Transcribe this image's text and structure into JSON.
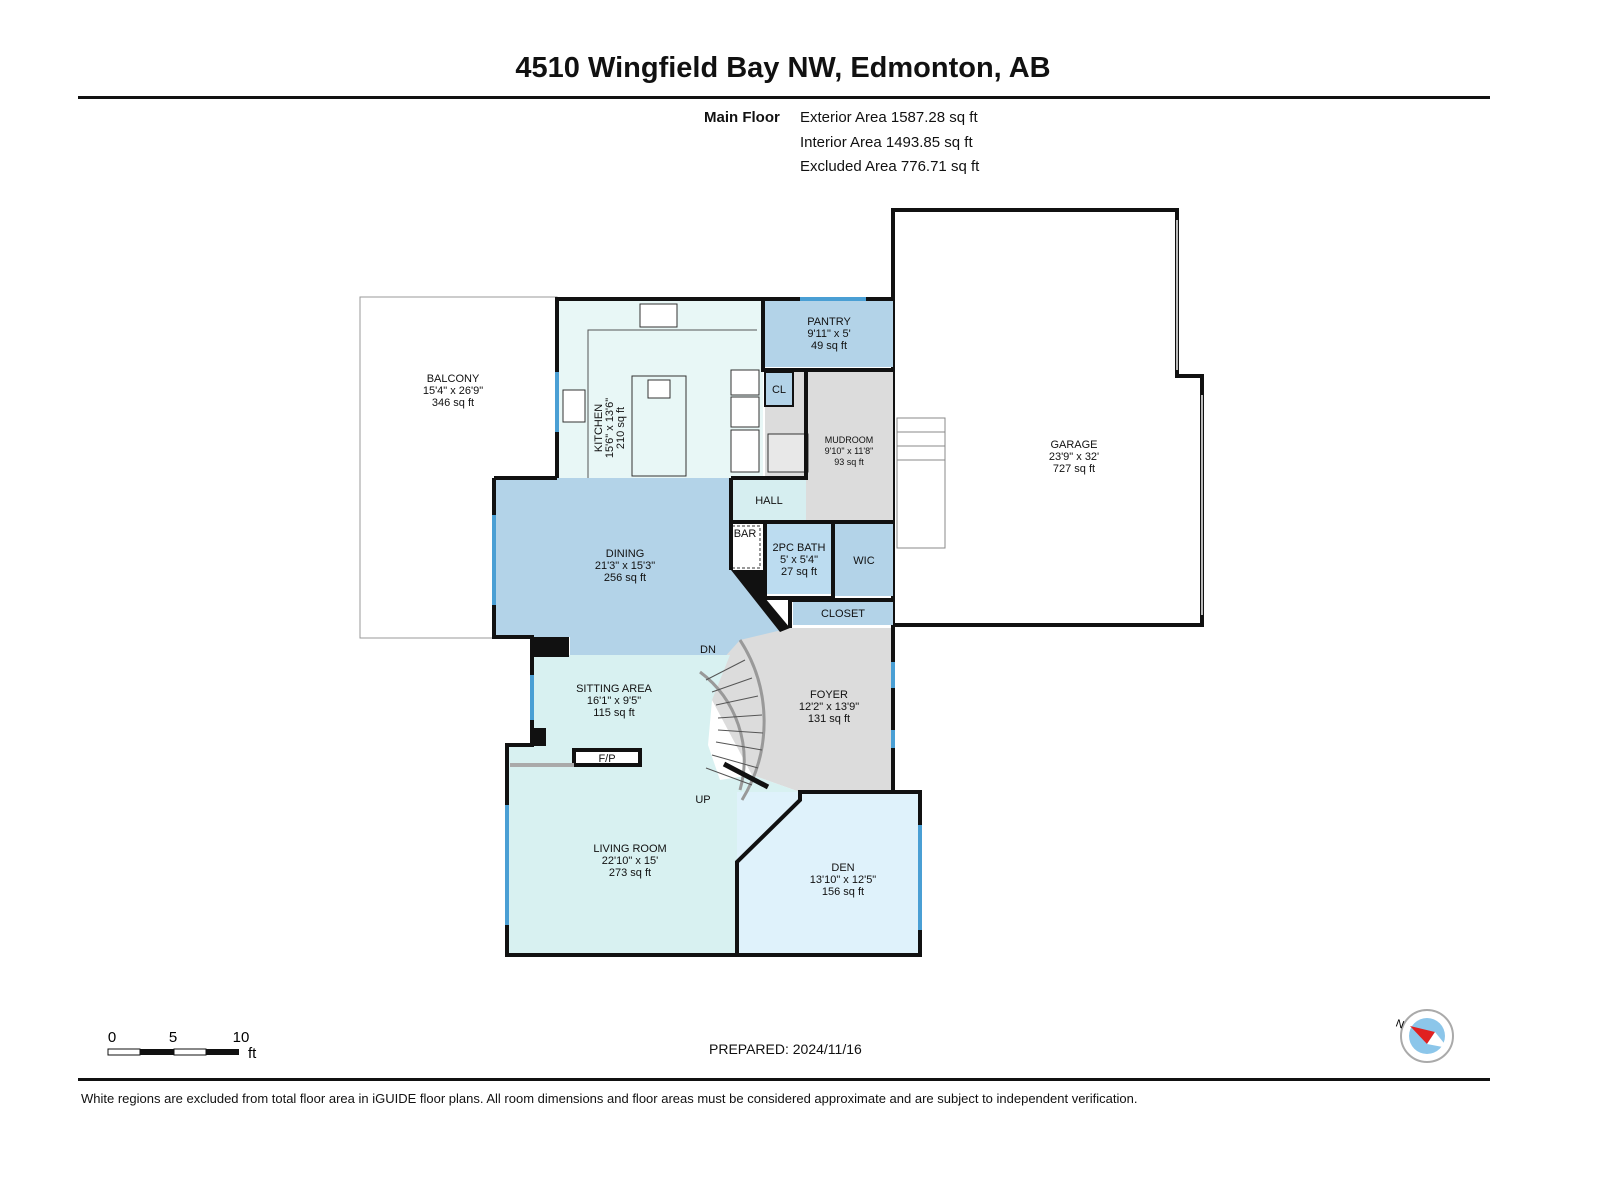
{
  "title": "4510 Wingfield Bay NW, Edmonton, AB",
  "floor": {
    "label": "Main Floor",
    "exterior_area": "Exterior Area 1587.28 sq ft",
    "interior_area": "Interior Area 1493.85 sq ft",
    "excluded_area": "Excluded Area 776.71 sq ft"
  },
  "rooms": {
    "balcony": {
      "name": "BALCONY",
      "dims": "15'4\" x 26'9\"",
      "area": "346 sq ft"
    },
    "kitchen": {
      "name": "KITCHEN",
      "dims": "15'6\" x 13'6\"",
      "area": "210 sq ft"
    },
    "pantry": {
      "name": "PANTRY",
      "dims": "9'11\" x 5'",
      "area": "49 sq ft"
    },
    "cl": {
      "name": "CL"
    },
    "mudroom": {
      "name": "MUDROOM",
      "dims": "9'10\" x 11'8\"",
      "area": "93 sq ft"
    },
    "hall": {
      "name": "HALL"
    },
    "bar": {
      "name": "BAR"
    },
    "bath": {
      "name": "2PC BATH",
      "dims": "5' x 5'4\"",
      "area": "27 sq ft"
    },
    "wic": {
      "name": "WIC"
    },
    "closet": {
      "name": "CLOSET"
    },
    "dining": {
      "name": "DINING",
      "dims": "21'3\" x 15'3\"",
      "area": "256 sq ft"
    },
    "garage": {
      "name": "GARAGE",
      "dims": "23'9\" x 32'",
      "area": "727 sq ft"
    },
    "sitting": {
      "name": "SITTING AREA",
      "dims": "16'1\" x 9'5\"",
      "area": "115 sq ft"
    },
    "foyer": {
      "name": "FOYER",
      "dims": "12'2\" x 13'9\"",
      "area": "131 sq ft"
    },
    "living": {
      "name": "LIVING ROOM",
      "dims": "22'10\" x 15'",
      "area": "273 sq ft"
    },
    "den": {
      "name": "DEN",
      "dims": "13'10\" x 12'5\"",
      "area": "156 sq ft"
    },
    "fireplace": {
      "name": "F/P"
    },
    "stairs_down": "DN",
    "stairs_up": "UP"
  },
  "scale": {
    "ticks": [
      "0",
      "5",
      "10"
    ],
    "unit": "ft"
  },
  "compass": {
    "label": "N"
  },
  "prepared": "PREPARED: 2024/11/16",
  "footer": "White regions are excluded from total floor area in iGUIDE floor plans. All room dimensions and floor areas must be considered approximate and are subject to independent verification.",
  "colors": {
    "wall": "#111111",
    "dining_blue": "#b3d3e8",
    "kitchen_mint": "#e8f7f6",
    "living_aqua": "#d8f1f1",
    "den_blue": "#dff2fb",
    "utility_grey": "#dcdcdc",
    "window_blue": "#4a9fd4"
  }
}
